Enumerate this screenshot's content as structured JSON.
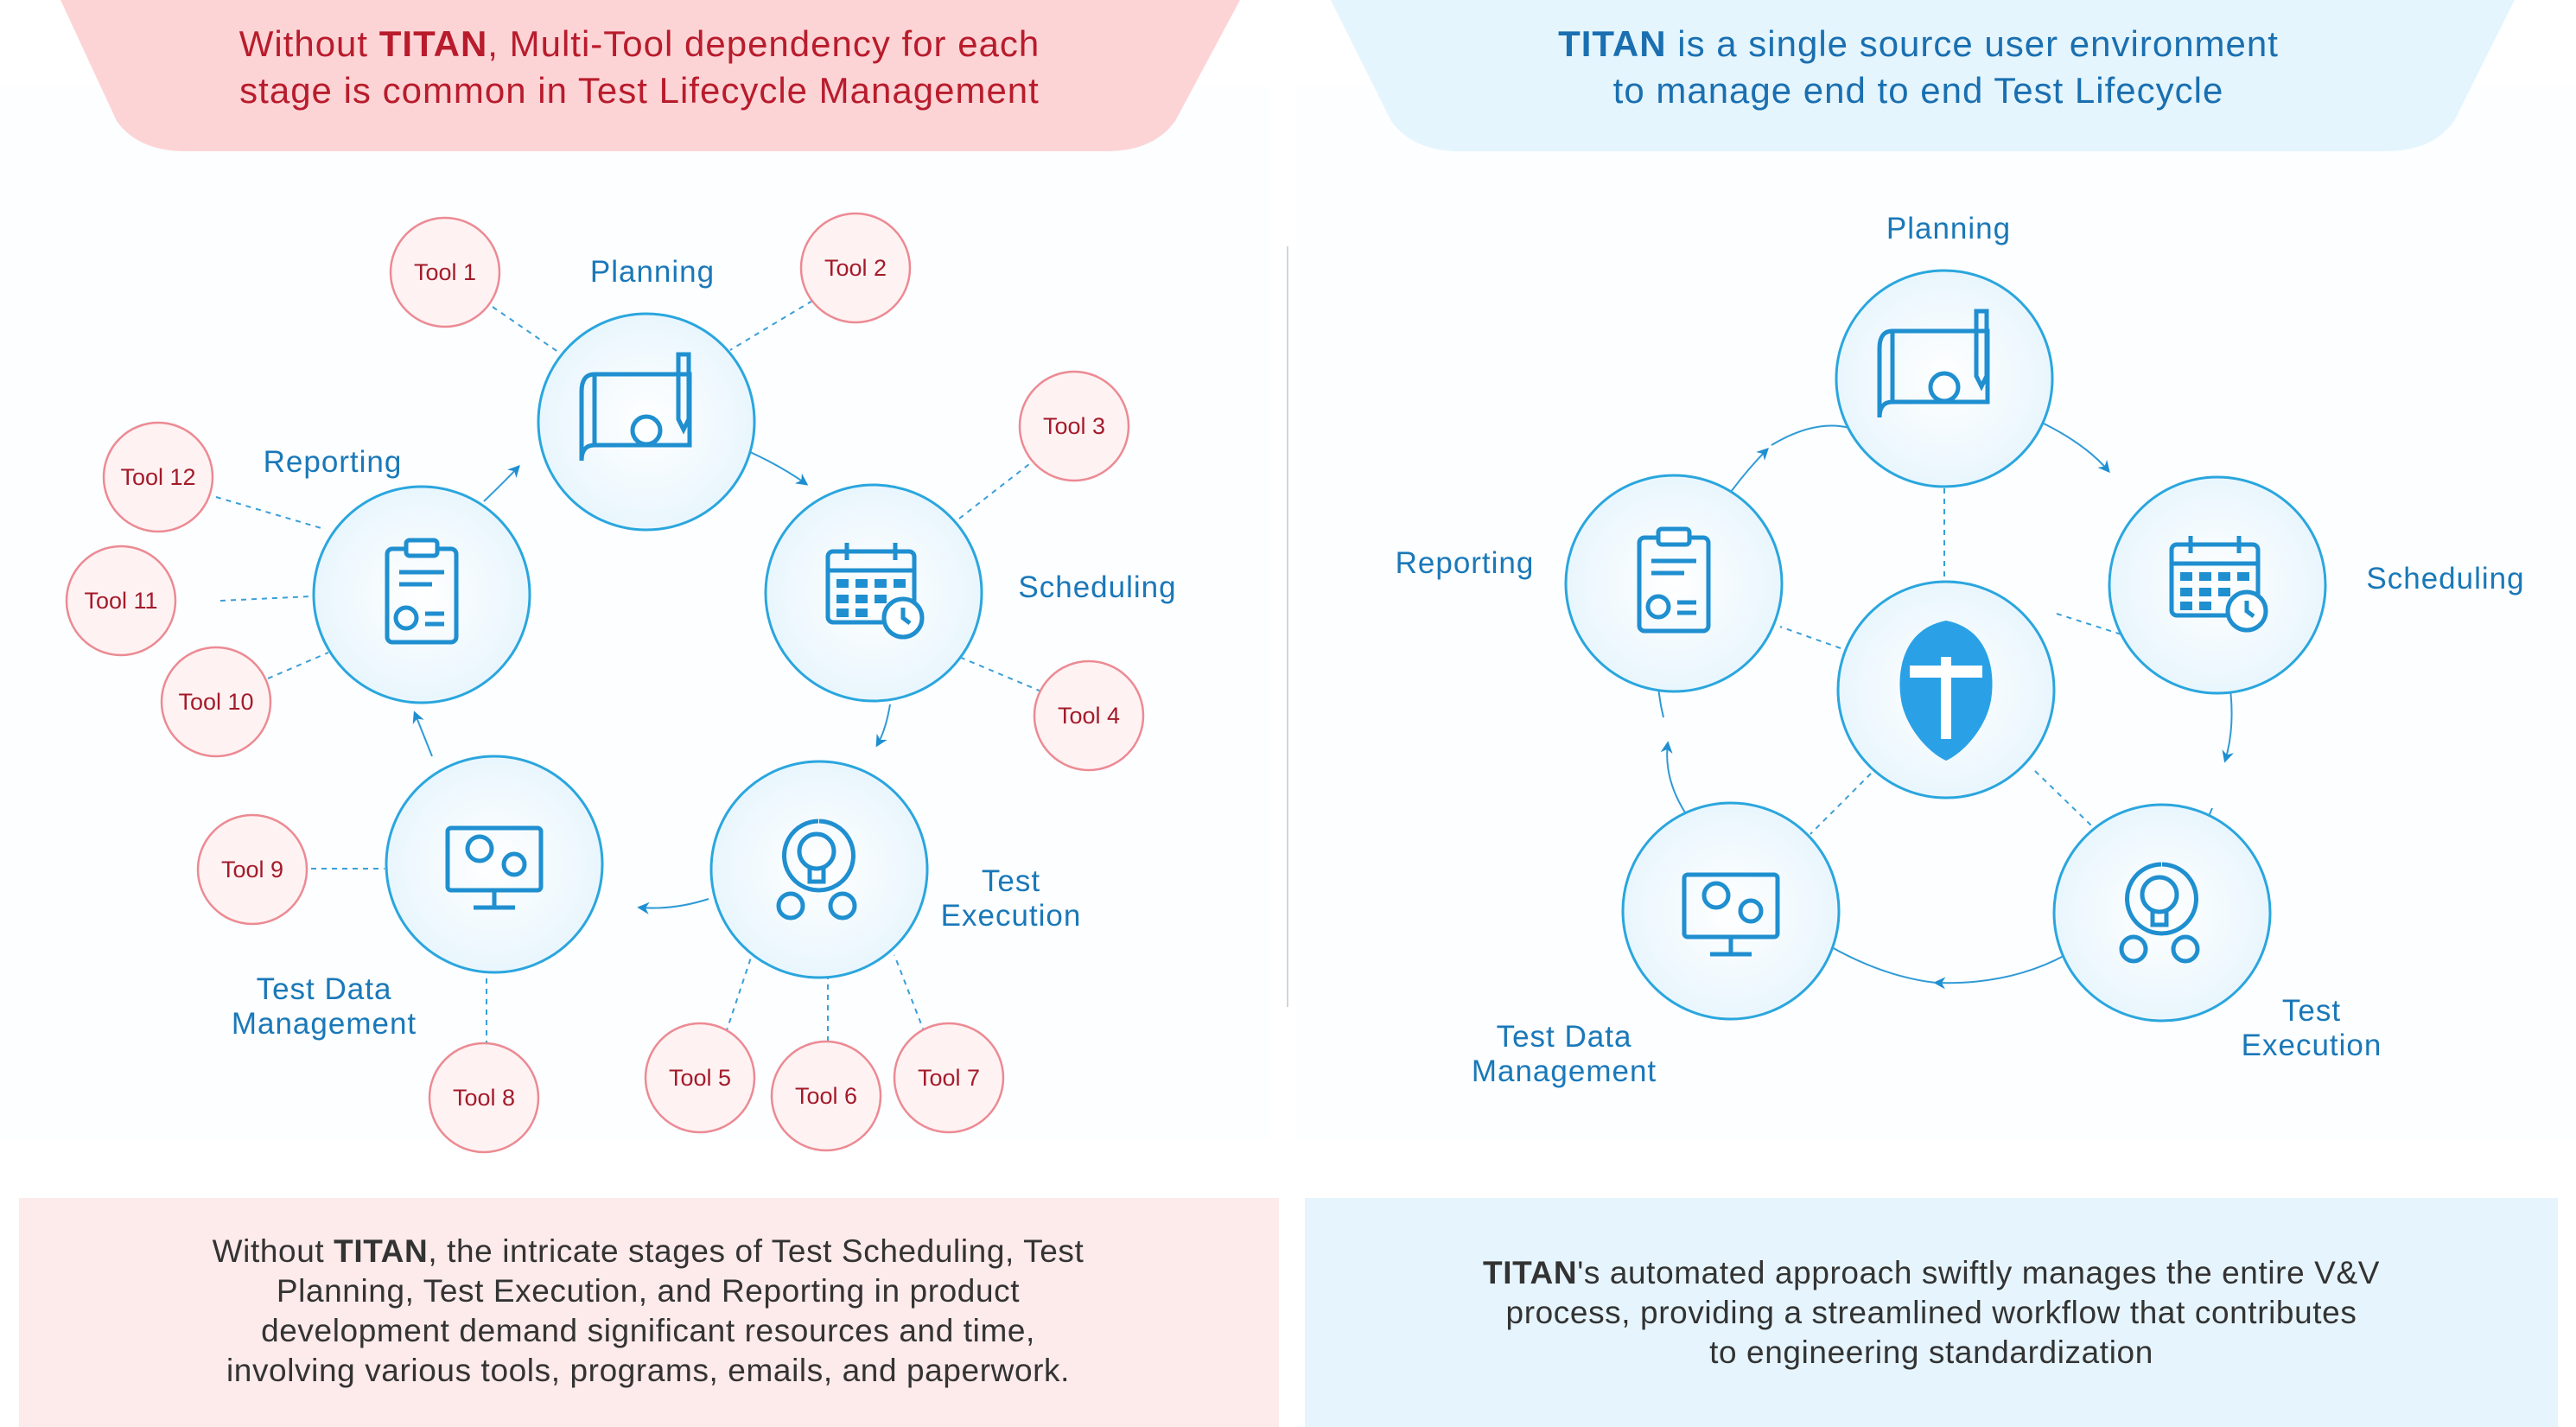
{
  "left": {
    "banner": {
      "prefix": "Without ",
      "brand": "TITAN",
      "rest": ", Multi-Tool dependency for each",
      "line2": "stage is common in Test Lifecycle Management"
    },
    "stages": {
      "planning": "Planning",
      "scheduling": "Scheduling",
      "test_execution_1": "Test",
      "test_execution_2": "Execution",
      "test_data_1": "Test Data",
      "test_data_2": "Management",
      "reporting": "Reporting"
    },
    "tools": [
      "Tool 1",
      "Tool 2",
      "Tool 3",
      "Tool 4",
      "Tool 5",
      "Tool 6",
      "Tool 7",
      "Tool 8",
      "Tool 9",
      "Tool 10",
      "Tool 11",
      "Tool 12"
    ],
    "panel": {
      "prefix": "Without ",
      "brand": "TITAN",
      "line1": ", the intricate stages of Test Scheduling, Test",
      "line2": "Planning, Test Execution, and Reporting in product",
      "line3": "development demand significant resources and time,",
      "line4": "involving various tools, programs, emails, and paperwork."
    }
  },
  "right": {
    "banner": {
      "brand": "TITAN",
      "rest": " is a single source user environment",
      "line2": "to manage end to end Test Lifecycle"
    },
    "stages": {
      "planning": "Planning",
      "scheduling": "Scheduling",
      "test_execution_1": "Test",
      "test_execution_2": "Execution",
      "test_data_1": "Test Data",
      "test_data_2": "Management",
      "reporting": "Reporting"
    },
    "panel": {
      "brand": "TITAN",
      "line1": "'s automated approach swiftly manages the entire V&V",
      "line2": "process, providing a streamlined workflow that contributes",
      "line3": "to engineering standardization"
    }
  },
  "colors": {
    "accent_blue": "#29a3dd",
    "label_blue": "#1a78b8",
    "brand_red": "#b81c2c",
    "tool_red": "#e98f97",
    "banner_pink": "#fdd4d6",
    "banner_blue": "#e4f5fd",
    "panel_pink": "#fdeaea",
    "panel_blue": "#e6f5fd"
  }
}
